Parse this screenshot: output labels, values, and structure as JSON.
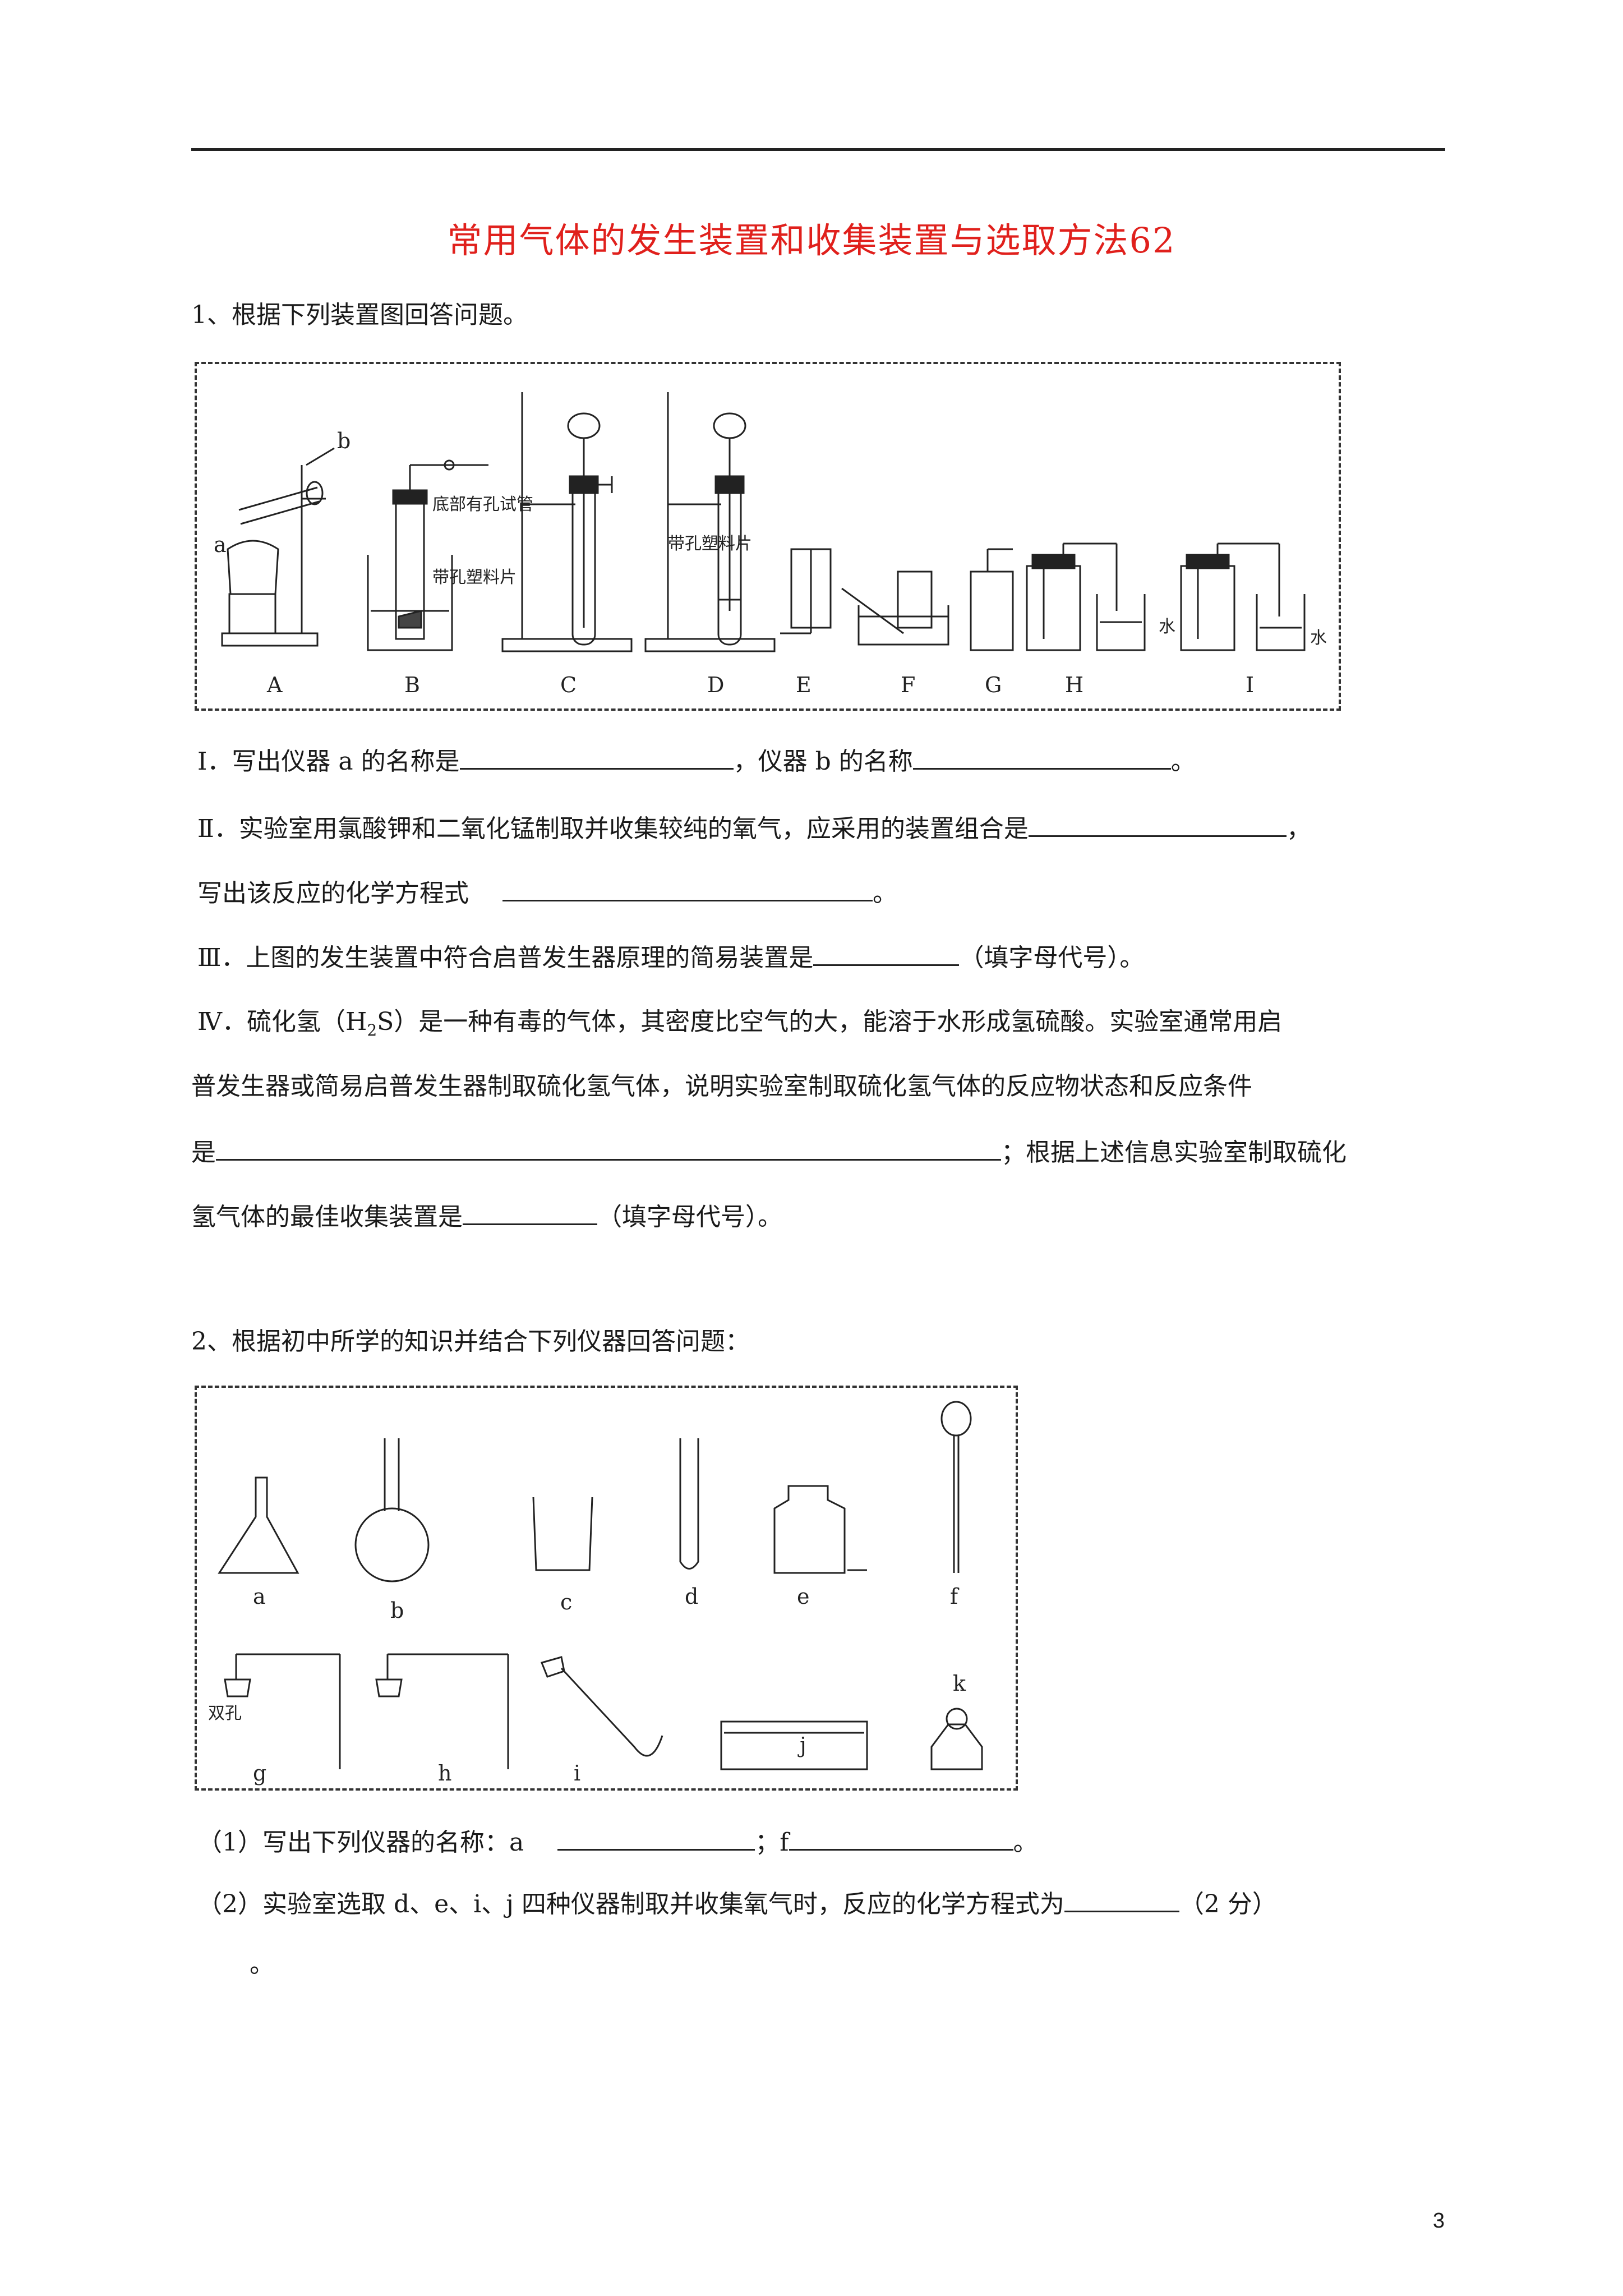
{
  "title": "常用气体的发生装置和收集装置与选取方法62",
  "q1": {
    "intro": "1、根据下列装置图回答问题。",
    "figure_labels": {
      "a": "a",
      "b": "b",
      "B_bottom_hole": "底部有孔试管",
      "B_plastic": "带孔塑料片",
      "D_plastic": "带孔塑料片",
      "water": "水",
      "letters": [
        "A",
        "B",
        "C",
        "D",
        "E",
        "F",
        "G",
        "H",
        "I"
      ]
    },
    "part1_a": "Ⅰ．写出仪器 a 的名称是",
    "part1_b": "，仪器 b 的名称",
    "part1_c": "。",
    "part2_a": "Ⅱ．实验室用氯酸钾和二氧化锰制取并收集较纯的氧气，应采用的装置组合是",
    "part2_b": "，",
    "part2_c": "写出该反应的化学方程式",
    "part2_d": "。",
    "part3_a": "Ⅲ．上图的发生装置中符合启普发生器原理的简易装置是",
    "part3_b": "（填字母代号）。",
    "part4_line1_a": "Ⅳ．硫化氢（H",
    "part4_line1_sub": "2",
    "part4_line1_b": "S）是一种有毒的气体，其密度比空气的大，能溶于水形成氢硫酸。实验室通常用启",
    "part4_line2": "普发生器或简易启普发生器制取硫化氢气体，说明实验室制取硫化氢气体的反应物状态和反应条件",
    "part4_line3_a": "是",
    "part4_line3_b": "；根据上述信息实验室制取硫化",
    "part4_line4_a": "氢气体的最佳收集装置是",
    "part4_line4_b": "（填字母代号）。"
  },
  "q2": {
    "intro": "2、根据初中所学的知识并结合下列仪器回答问题：",
    "figure_labels": {
      "letters": [
        "a",
        "b",
        "c",
        "d",
        "e",
        "f",
        "g",
        "h",
        "i",
        "j",
        "k"
      ],
      "double_hole": "双孔"
    },
    "part1_a": "（1）写出下列仪器的名称：a",
    "part1_b": "；f",
    "part1_c": "。",
    "part2_a": "（2）实验室选取 d、e、i、j 四种仪器制取并收集氧气时，反应的化学方程式为",
    "part2_b": "（2 分）",
    "part2_c": "。"
  },
  "page_number": "3"
}
